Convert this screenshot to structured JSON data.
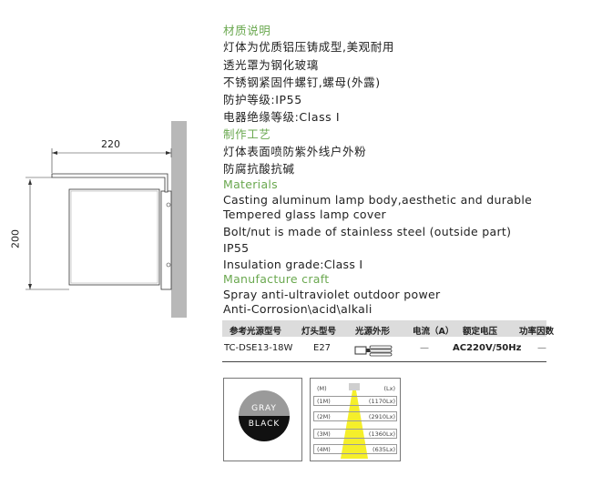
{
  "materials_cn": {
    "heading": "材质说明",
    "lines": [
      "灯体为优质铝压铸成型,美观耐用",
      "透光罩为钢化玻璃",
      "不锈钢紧固件螺钉,螺母(外露)",
      "防护等级:IP55",
      "电器绝缘等级:Class Ⅰ"
    ]
  },
  "craft_cn": {
    "heading": "制作工艺",
    "lines": [
      "灯体表面喷防紫外线户外粉",
      "防腐抗酸抗碱"
    ]
  },
  "materials_en": {
    "heading": "Materials",
    "lines": [
      "Casting aluminum lamp body,aesthetic and durable",
      "Tempered glass lamp cover",
      "Bolt/nut is made of stainless steel (outside part)",
      "IP55",
      "Insulation grade:Class I"
    ]
  },
  "craft_en": {
    "heading": "Manufacture craft",
    "lines": [
      "Spray anti-ultraviolet outdoor power",
      "Anti-Corrosion\\acid\\alkali"
    ]
  },
  "drawing": {
    "width_dim": "220",
    "height_dim": "200"
  },
  "spec_table": {
    "headers": [
      "参考光源型号",
      "灯头型号",
      "光源外形",
      "电流（A）",
      "额定电压",
      "功率因数"
    ],
    "row": {
      "model": "TC-DSE13-18W",
      "base": "E27",
      "current": "—",
      "voltage": "AC220V/50Hz",
      "power_factor": "—"
    }
  },
  "color_badge": {
    "top": "GRAY",
    "bottom": "BLACK"
  },
  "light_chart": {
    "unit_left": "(M)",
    "unit_right": "(Lx)",
    "levels": [
      {
        "label": "(1M)",
        "lux": "(1170Lx)"
      },
      {
        "label": "(2M)",
        "lux": "(2910Lx)"
      },
      {
        "label": "(3M)",
        "lux": "(1360Lx)"
      },
      {
        "label": "(4M)",
        "lux": "(635Lx)"
      }
    ]
  },
  "colors": {
    "accent_green": "#6aa84f",
    "beam_yellow": "#f5ef2a",
    "wall_gray": "#b8b8b8"
  }
}
